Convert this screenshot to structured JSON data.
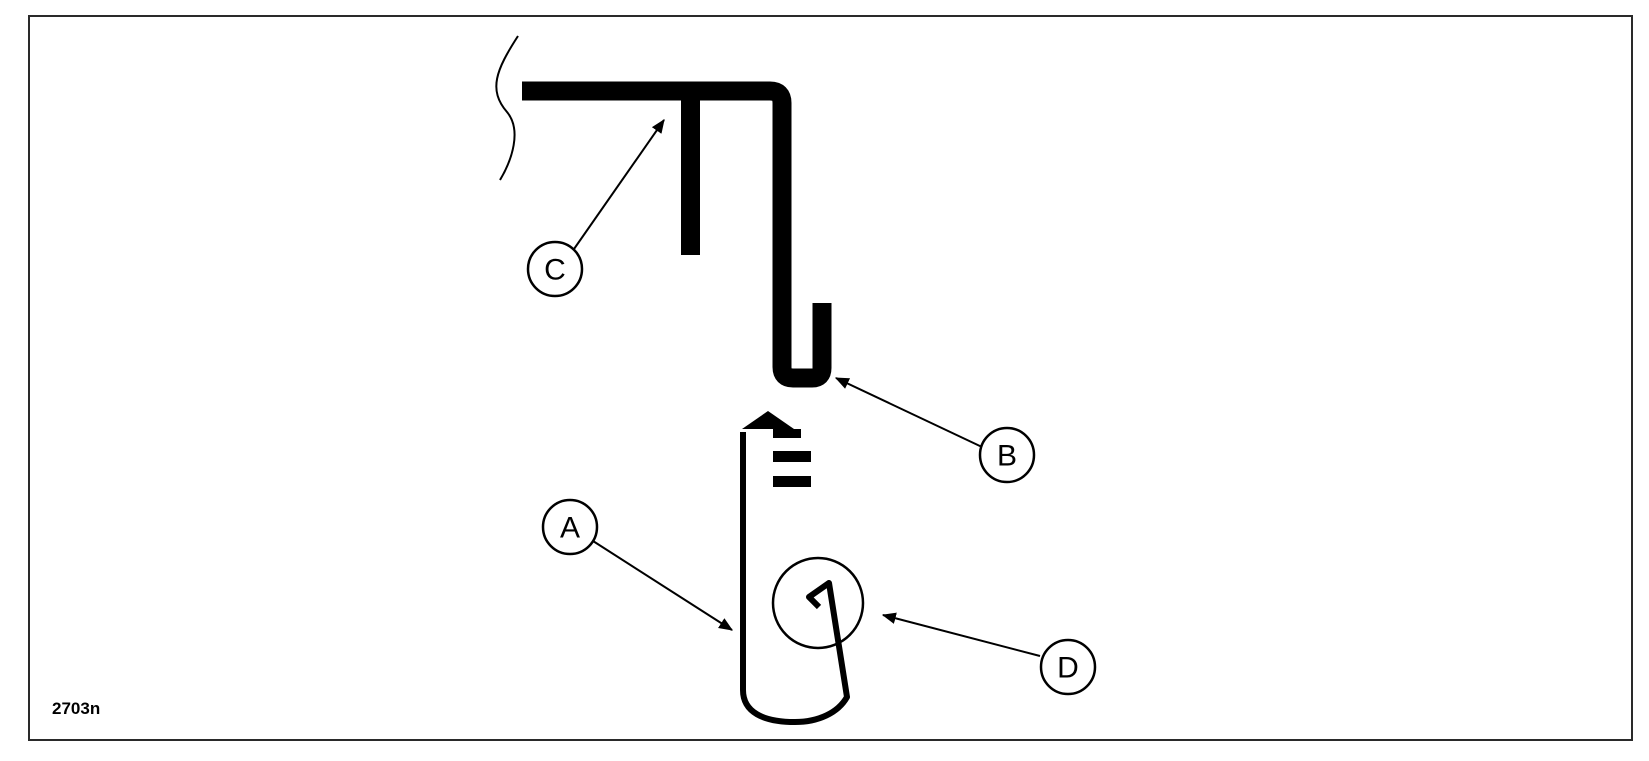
{
  "figure": {
    "reference_code": "2703n",
    "callouts": {
      "a": "A",
      "b": "B",
      "c": "C",
      "d": "D"
    }
  },
  "colors": {
    "line": "#000000",
    "background": "#ffffff",
    "frame": "#2a2a2a"
  }
}
